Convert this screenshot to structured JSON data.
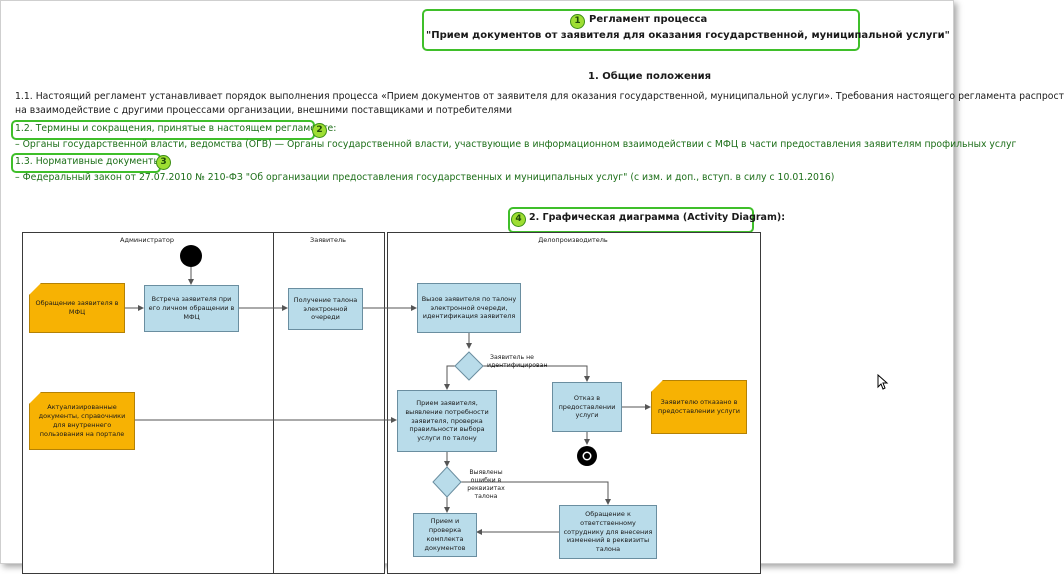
{
  "header": {
    "badge1": "1",
    "title_line1": "Регламент процесса",
    "title_line2": "\"Прием документов от заявителя для оказания государственной, муниципальной услуги\""
  },
  "section1": {
    "heading": "1. Общие положения",
    "p1_line1": "1.1. Настоящий регламент устанавливает порядок выполнения процесса «Прием документов от заявителя для оказания государственной, муниципальной услуги». Требования настоящего регламента распрост",
    "p1_line2": "на взаимодействие с другими процессами организации, внешними поставщиками и потребителями",
    "terms_heading": "1.2. Термины и сокращения, принятые в настоящем регламенте:",
    "badge2": "2",
    "terms_text": "– Органы государственной власти, ведомства (ОГВ) — Органы государственной власти, участвующие в информационном взаимодействии с МФЦ в части предоставления заявителям профильных услуг",
    "norm_heading": "1.3. Нормативные документы:",
    "badge3": "3",
    "norm_text": "– Федеральный закон от 27.07.2010 № 210-ФЗ \"Об организации предоставления государственных и муниципальных услуг\" (с изм. и доп., вступ. в силу с 10.01.2016)"
  },
  "section2": {
    "badge4": "4",
    "heading": "2. Графическая диаграмма (Activity Diagram):"
  },
  "diagram": {
    "lanes": [
      "Администратор",
      "Заявитель",
      "Делопроизводитель"
    ],
    "notes": {
      "n1": "Обращение заявителя в МФЦ",
      "n2": "Актуализированные документы, справочники для внутреннего пользования на портале",
      "n3": "Заявителю отказано в предоставлении услуги"
    },
    "activities": {
      "a1": "Встреча заявителя при его личном обращении в МФЦ",
      "a2": "Получение талона электронной очереди",
      "a3": "Вызов заявителя по талону электронной очереди, идентификация заявителя",
      "a4": "Отказ в предоставлении услуги",
      "a5": "Прием заявителя, выявление потребности заявителя, проверка правильности выбора услуги по талону",
      "a6": "Прием и проверка комплекта документов",
      "a7": "Обращение к ответственному сотруднику для внесения изменений в реквизиты талона"
    },
    "guards": {
      "g1": "Заявитель не идентифицирован",
      "g2": "Выявлены ошибки в реквизитах талона"
    }
  }
}
